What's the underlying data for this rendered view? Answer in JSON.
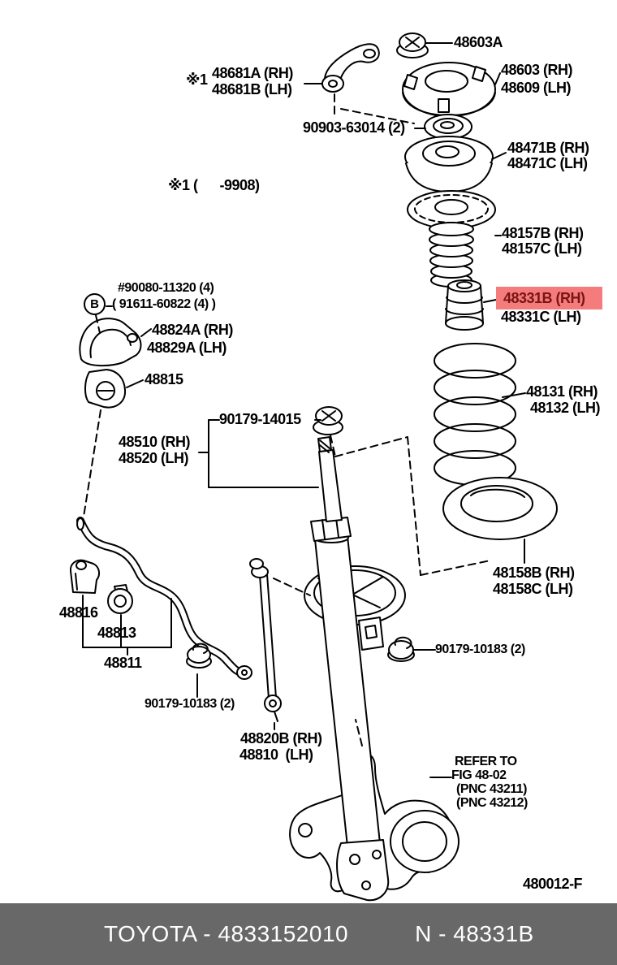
{
  "colors": {
    "highlight_bg": "#f47c7c",
    "highlight_text": "#7a1414",
    "footer_bg": "#686868",
    "footer_text": "#ffffff"
  },
  "figure_code": "480012-F",
  "footer": {
    "left_text": "TOYOTA - 4833152010",
    "right_text": "N - 48331B"
  },
  "parts": {
    "nut_top": "48603A",
    "support_prefix": "※1",
    "support_rh": "48681A (RH)",
    "support_lh": "48681B (LH)",
    "mount_rh": "48603 (RH)",
    "mount_lh": "48609 (LH)",
    "bearing": "90903-63014 (2)",
    "seat_rh": "48471B (RH)",
    "seat_lh": "48471C (LH)",
    "note": "※1 (      -9908)",
    "cover_rh": "48157B (RH)",
    "cover_lh": "48157C (LH)",
    "bump_rh": "48331B (RH)",
    "bump_lh": "48331C (LH)",
    "bolt_note1": "#90080-11320 (4)",
    "bolt_b": "B",
    "bolt_note2": "( 91611-60822 (4) )",
    "bracket_rh": "48824A (RH)",
    "bracket_lh": "48829A (LH)",
    "stab_bushing": "48815",
    "rod_nut": "90179-14015",
    "shock_rh": "48510 (RH)",
    "shock_lh": "48520 (LH)",
    "spring_rh": "48131 (RH)",
    "spring_lh": "48132 (LH)",
    "insulator_rh": "48158B (RH)",
    "insulator_lh": "48158C (LH)",
    "clamp": "48816",
    "bar_bushing": "48813",
    "stabilizer_bar": "48811",
    "link_nut_left": "90179-10183 (2)",
    "link_rh": "48820B (RH)",
    "link_lh": "48810  (LH)",
    "link_nut_right": "90179-10183 (2)",
    "refer_lines": [
      "REFER TO",
      "FIG 48-02",
      "(PNC 43211)",
      "(PNC 43212)"
    ]
  }
}
